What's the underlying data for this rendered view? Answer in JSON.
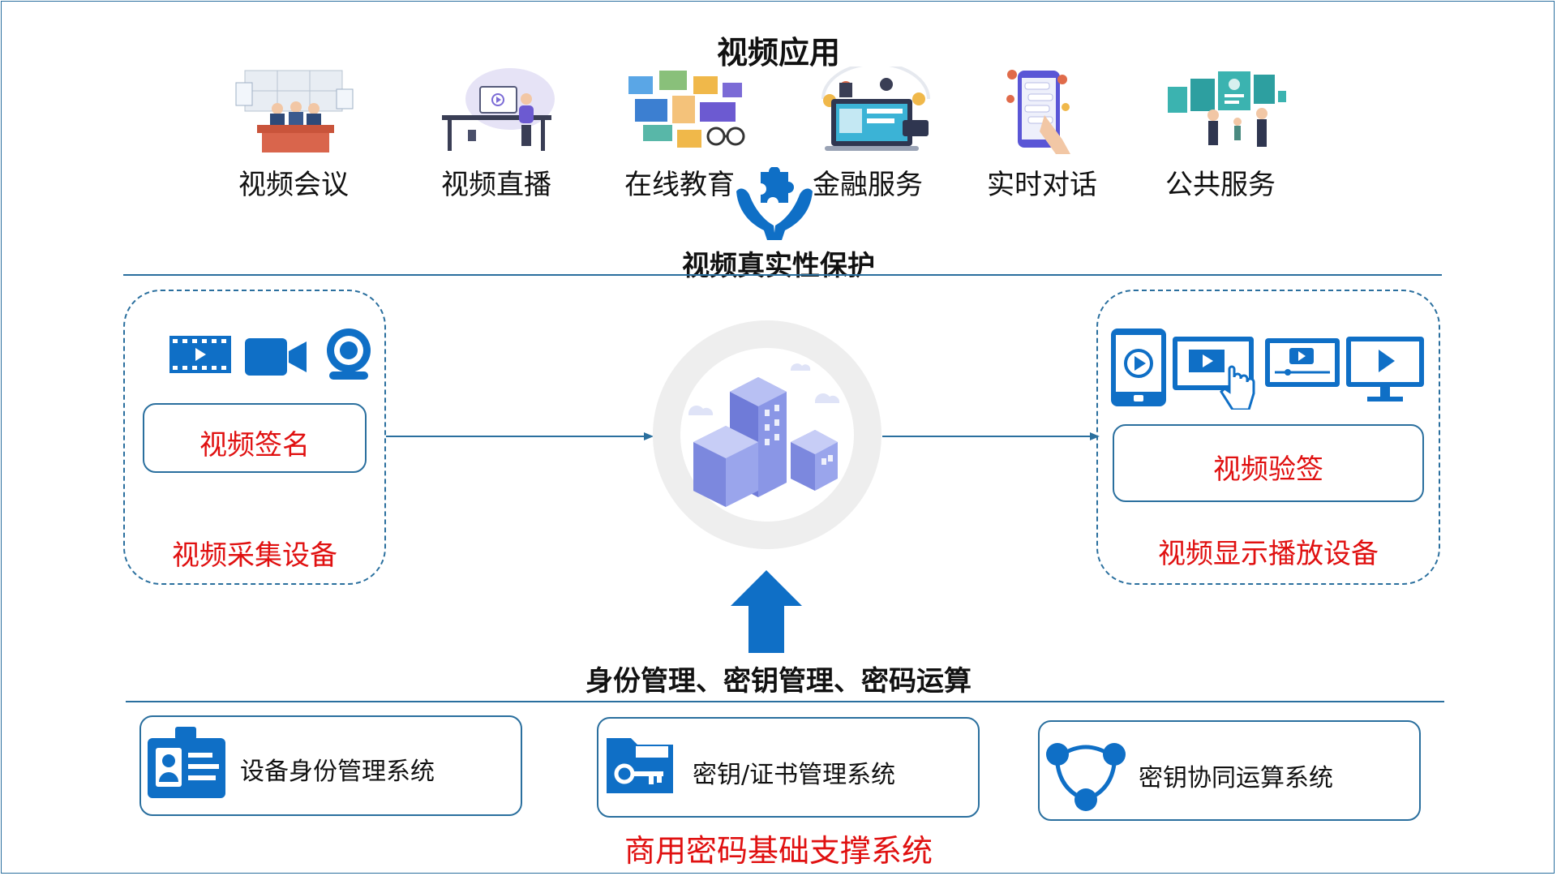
{
  "top": {
    "title": "视频应用",
    "apps": [
      {
        "label": "视频会议",
        "icon": "video-conference-illustration"
      },
      {
        "label": "视频直播",
        "icon": "live-streaming-illustration"
      },
      {
        "label": "在线教育",
        "icon": "online-education-illustration"
      },
      {
        "label": "金融服务",
        "icon": "financial-service-illustration"
      },
      {
        "label": "实时对话",
        "icon": "realtime-chat-illustration"
      },
      {
        "label": "公共服务",
        "icon": "public-service-illustration"
      }
    ],
    "protection_label": "视频真实性保护"
  },
  "middle": {
    "capture": {
      "sign_label": "视频签名",
      "device_label": "视频采集设备"
    },
    "display": {
      "verify_label": "视频验签",
      "device_label": "视频显示播放设备"
    },
    "support_caption": "身份管理、密钥管理、密码运算"
  },
  "bottom": {
    "systems": [
      {
        "label": "设备身份管理系统",
        "icon": "id-card-icon"
      },
      {
        "label": "密钥/证书管理系统",
        "icon": "key-folder-icon"
      },
      {
        "label": "密钥协同运算系统",
        "icon": "network-nodes-icon"
      }
    ],
    "footer_label": "商用密码基础支撑系统"
  },
  "colors": {
    "accent_blue": "#0f6fc6",
    "line_blue": "#2a6f9e",
    "label_red": "#e01010"
  }
}
